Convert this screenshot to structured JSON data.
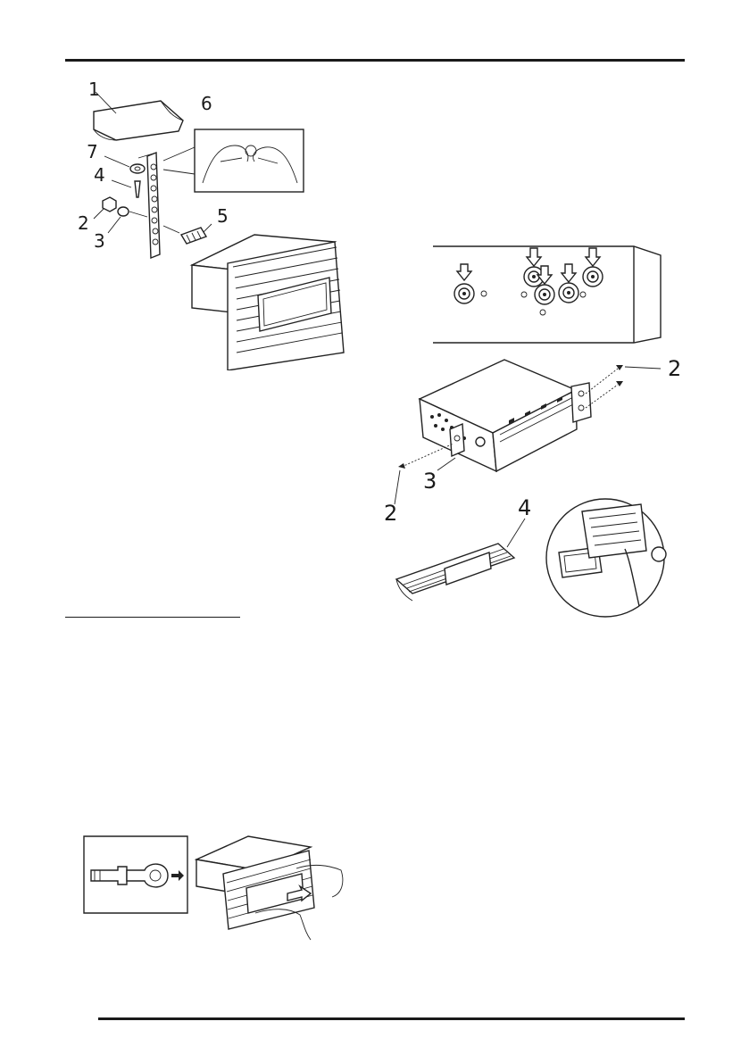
{
  "figure_install": {
    "callouts": [
      "1",
      "6",
      "7",
      "4",
      "2",
      "3",
      "5"
    ]
  },
  "figure_mount": {
    "callouts": {
      "screw_top": "2",
      "bracket": "3",
      "screw_bottom": "2",
      "trim_frame": "4"
    }
  },
  "colors": {
    "ink": "#1a1a1a",
    "paper": "#ffffff"
  },
  "icons": [
    "arrow-down-icon",
    "arrow-right-icon",
    "key-icon",
    "hand-icon"
  ]
}
